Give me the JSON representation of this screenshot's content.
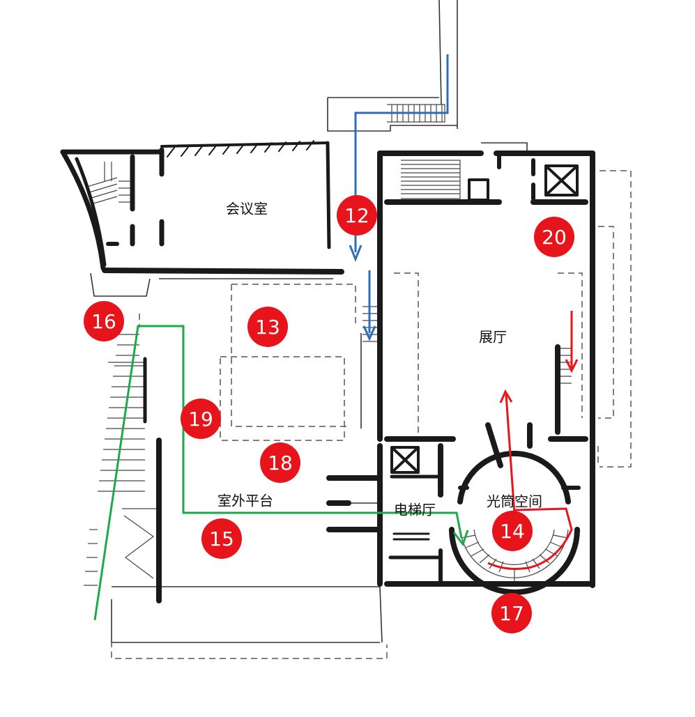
{
  "colors": {
    "marker_fill": "#e8141b",
    "marker_text": "#ffffff",
    "path_blue": "#2e6db4",
    "path_green": "#1aaa4a",
    "path_red": "#e8141b",
    "wall": "#1a1a1a"
  },
  "rooms": [
    {
      "id": "meeting-room",
      "label": "会议室"
    },
    {
      "id": "exhibition-hall",
      "label": "展厅"
    },
    {
      "id": "outdoor-terrace",
      "label": "室外平台"
    },
    {
      "id": "elevator-hall",
      "label": "电梯厅"
    },
    {
      "id": "light-tube-space",
      "label": "光筒空间"
    }
  ],
  "markers": [
    {
      "id": "12",
      "label": "12"
    },
    {
      "id": "13",
      "label": "13"
    },
    {
      "id": "14",
      "label": "14"
    },
    {
      "id": "15",
      "label": "15"
    },
    {
      "id": "16",
      "label": "16"
    },
    {
      "id": "17",
      "label": "17"
    },
    {
      "id": "18",
      "label": "18"
    },
    {
      "id": "19",
      "label": "19"
    },
    {
      "id": "20",
      "label": "20"
    }
  ]
}
